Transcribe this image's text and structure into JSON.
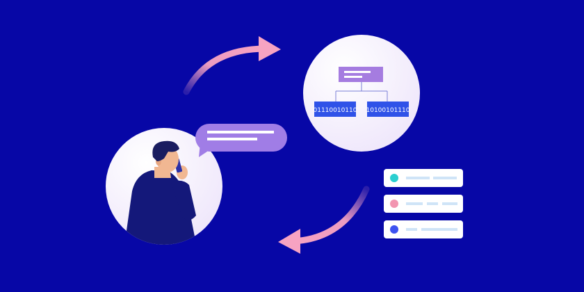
{
  "tree": {
    "left_node": "01110010110",
    "right_node": "10100101110"
  },
  "colors": {
    "background": "#0707a6",
    "arrow": "#f7a3c2",
    "chat_bubble": "#a07de6",
    "tree_root": "#a57ce0",
    "tree_child": "#2f52e8",
    "list_dot_1": "#2bcfd0",
    "list_dot_2": "#f295b0",
    "list_dot_3": "#3d52f0"
  },
  "icons": {
    "person": "person-on-phone-illustration",
    "arrows": "curved-arrow-icon",
    "tree": "data-tree-icon",
    "list": "list-card-icon"
  }
}
